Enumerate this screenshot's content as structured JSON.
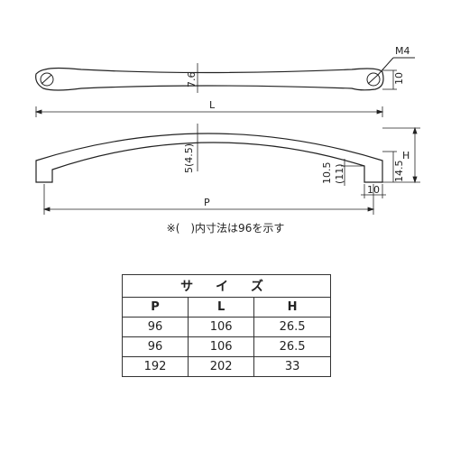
{
  "drawing": {
    "labels": {
      "m4": "M4",
      "ten_top": "10",
      "seven_six": "7.6",
      "L": "L",
      "H": "H",
      "five": "5(4.5)",
      "ten_five": "10.5",
      "eleven": "(11)",
      "fourteen_five": "14.5",
      "ten_bottom": "10",
      "P": "P"
    }
  },
  "note": "※(　)内寸法は96を示す",
  "table": {
    "title": "サ イ ズ",
    "headers": [
      "P",
      "L",
      "H"
    ],
    "rows": [
      [
        "96",
        "106",
        "26.5"
      ],
      [
        "96",
        "106",
        "26.5"
      ],
      [
        "192",
        "202",
        "33"
      ]
    ]
  }
}
